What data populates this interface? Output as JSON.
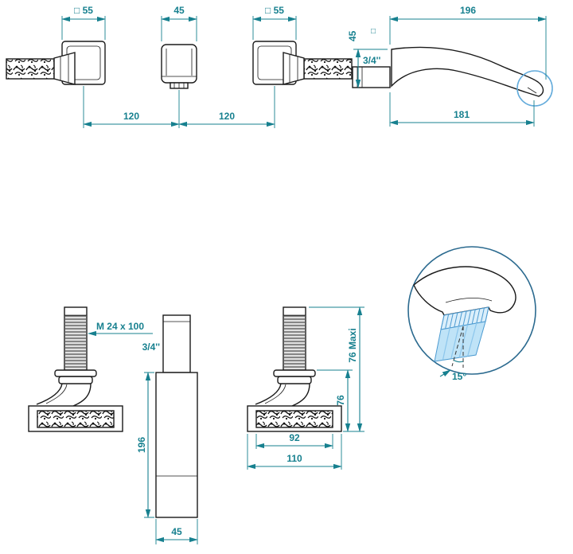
{
  "drawing": {
    "top_front_view": {
      "left_handle_dim": "□ 55",
      "center_spout_dim": "45",
      "right_handle_dim": "□ 55",
      "spacing_left": "120",
      "spacing_right": "120"
    },
    "spout_side_view": {
      "height_dim": "45",
      "square_symbol": "□",
      "thread_label": "3/4''",
      "total_length_dim": "196",
      "projection_dim": "181"
    },
    "bottom_side_view": {
      "handle_thread_label": "M 24 x 100",
      "valve_thread_label": "3/4''",
      "valve_height_dim": "196",
      "valve_width_dim": "45",
      "handle_max_height_dim": "76 Maxi",
      "handle_height_dim": "76",
      "base_inner_dim": "92",
      "base_width_dim": "110"
    },
    "spray_detail": {
      "angle_dim": "15°"
    }
  },
  "colors": {
    "dimension": "#17808F",
    "line": "#1A1A1A",
    "water-fill": "#BFE3F7",
    "water-stripe": "#8CC6EC",
    "water-edge": "#4D9BD1",
    "detail-circle": "#2B6A8F",
    "tip-circle": "#63ABDB"
  }
}
